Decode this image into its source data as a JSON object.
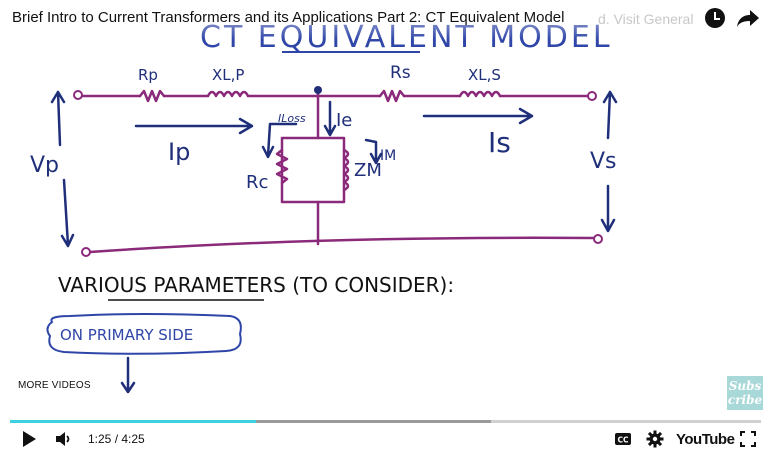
{
  "player": {
    "title": "Brief Intro to Current Transformers and its Applications Part 2: CT Equivalent Model",
    "title_overlay_fragment": "d. Visit General",
    "more_videos_label": "MORE VIDEOS",
    "subscribe_lines": [
      "Subs",
      "cribe"
    ],
    "time_display": "1:25 / 4:25",
    "brand_label": "YouTube",
    "progress": {
      "played_fraction": 0.327,
      "buffered_fraction": 0.64
    },
    "colors": {
      "progress": "#3fd0e0",
      "buffer": "#9a9a9a",
      "ink_purple": "#8b2a7a",
      "ink_navy": "#1f2f7a"
    },
    "icons": {
      "play": "play-icon",
      "volume": "volume-icon",
      "cc": "closed-captions-icon",
      "settings": "gear-icon",
      "fullscreen": "fullscreen-icon",
      "watch_later": "clock-icon",
      "share": "share-arrow-icon"
    }
  },
  "whiteboard": {
    "heading": "CT EQUIVALENT MODEL",
    "labels": {
      "rp": "Rp",
      "xlp": "XL,P",
      "rs": "Rs",
      "xls": "XL,S",
      "vp": "Vp",
      "ip": "Ip",
      "iloss": "ILoss",
      "ie": "Ie",
      "im": "IM",
      "rc": "Rc",
      "zm": "ZM",
      "is": "Is",
      "vs": "Vs"
    },
    "parameters_heading": "VARIOUS PARAMETERS (TO CONSIDER):",
    "primary_side_label": "ON PRIMARY SIDE"
  }
}
